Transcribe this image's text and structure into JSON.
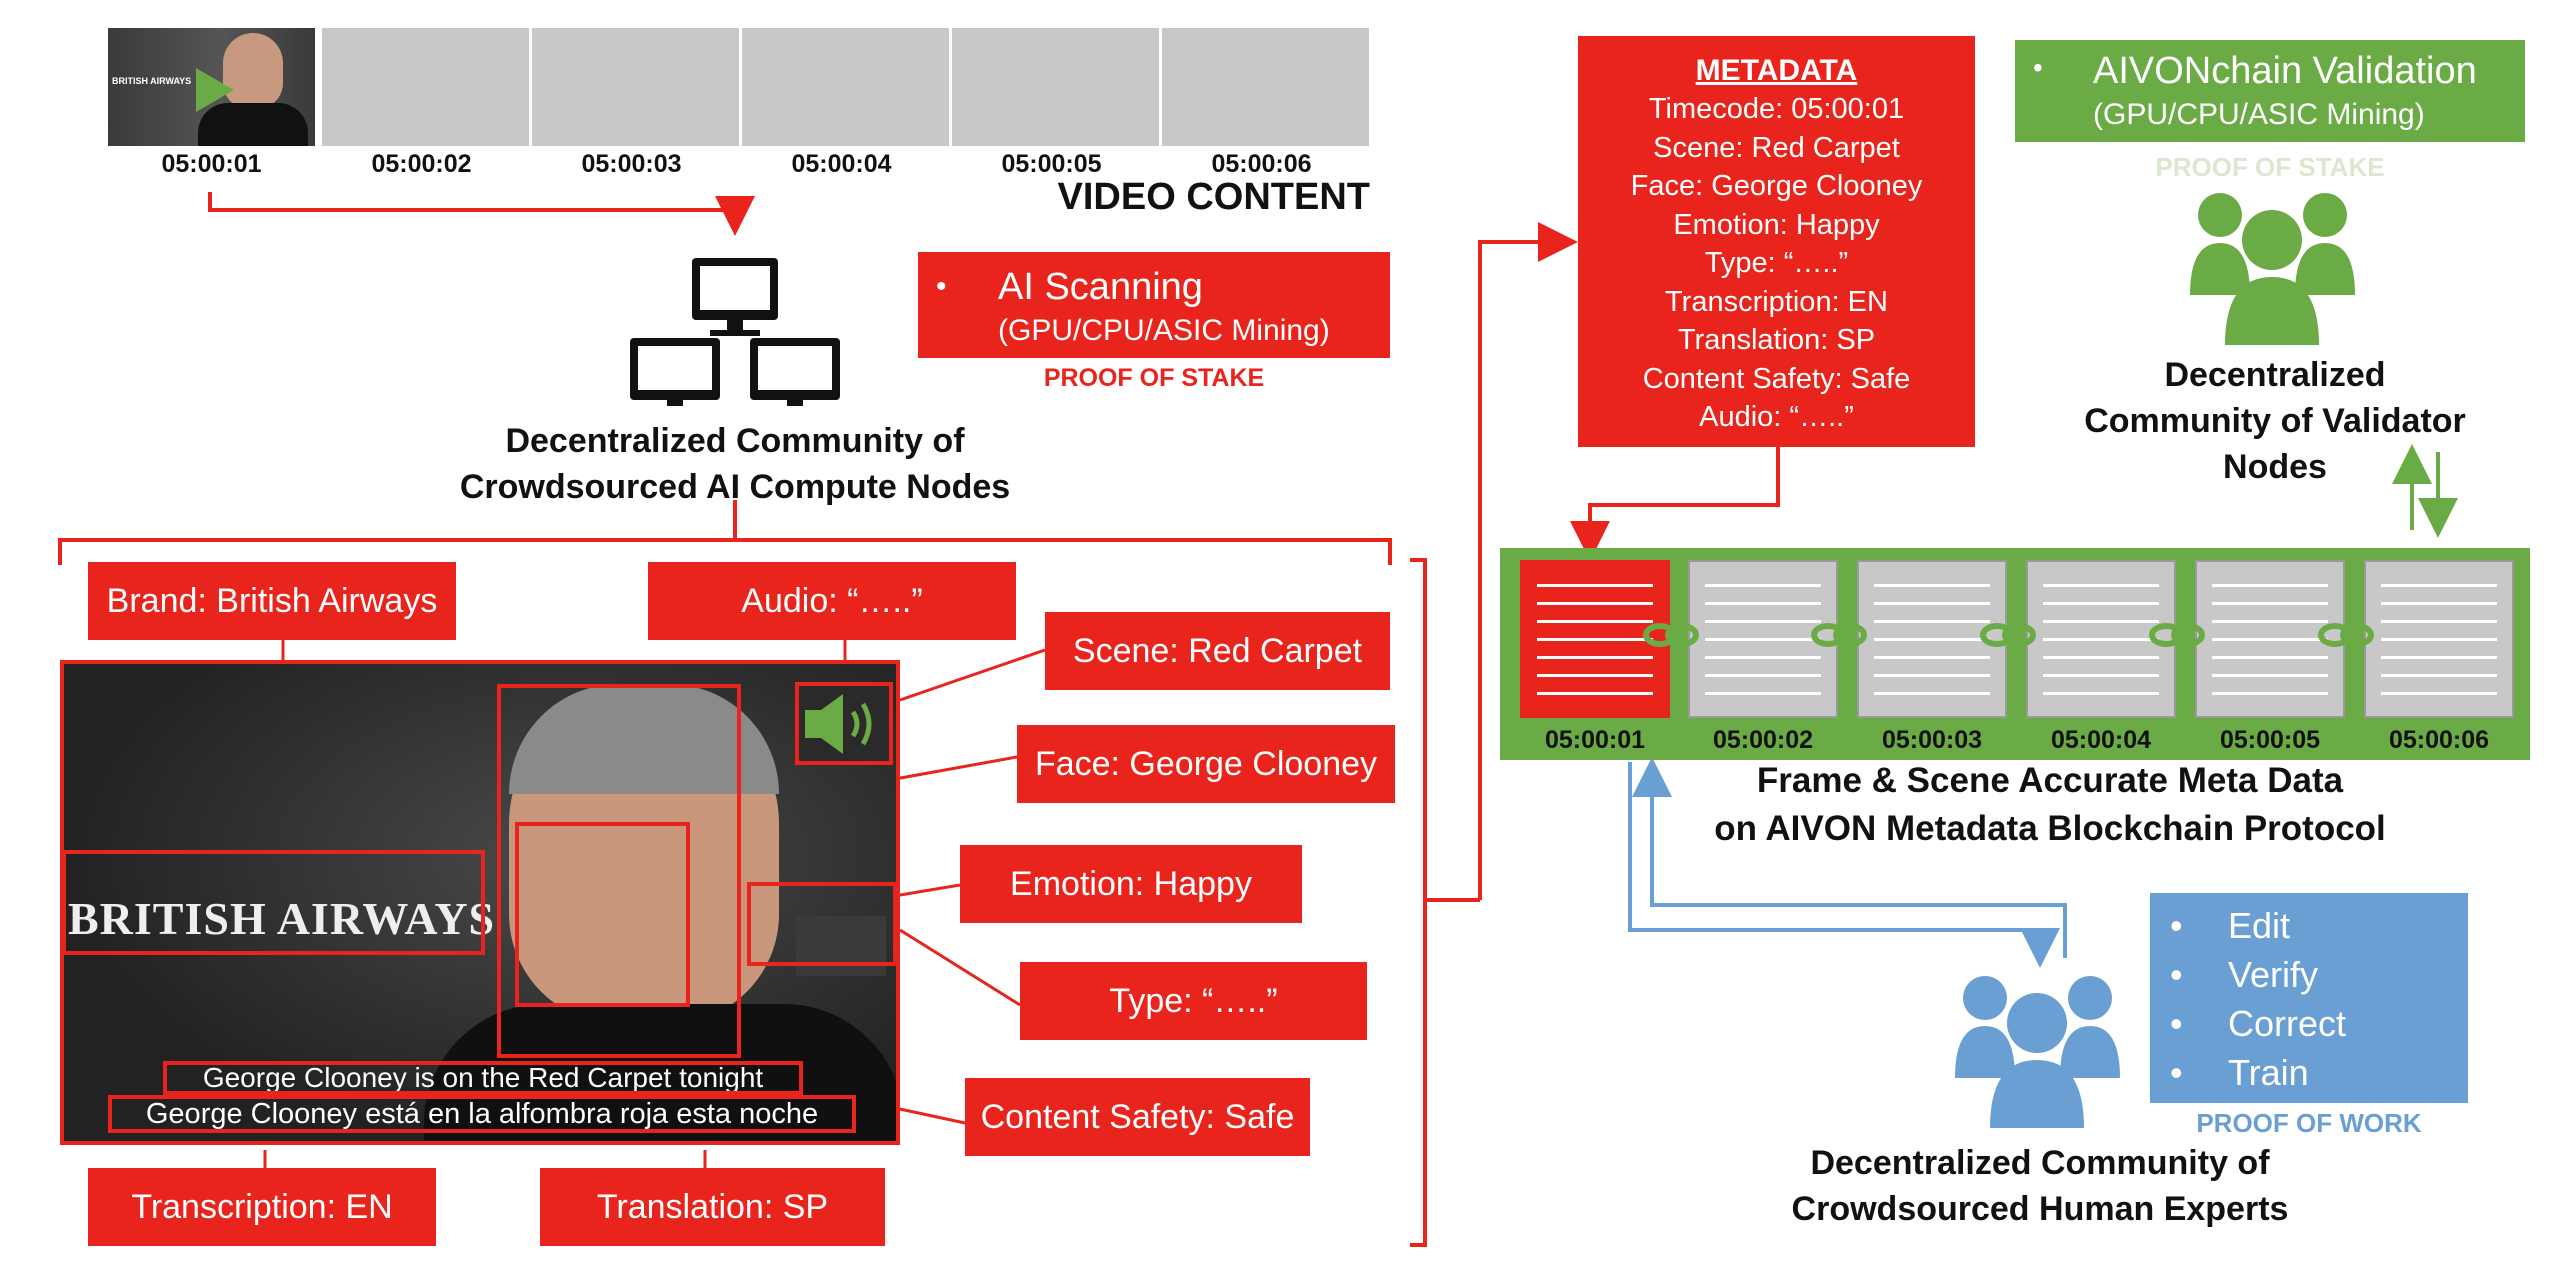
{
  "video": {
    "timecodes": [
      "05:00:01",
      "05:00:02",
      "05:00:03",
      "05:00:04",
      "05:00:05",
      "05:00:06"
    ],
    "label": "VIDEO CONTENT",
    "thumb_logo": "BRITISH AIRWAYS"
  },
  "ai_scanning": {
    "title": "AI Scanning",
    "subtitle": "(GPU/CPU/ASIC Mining)",
    "proof": "PROOF OF STAKE"
  },
  "compute_nodes": {
    "caption_line1": "Decentralized Community of",
    "caption_line2": "Crowdsourced AI Compute Nodes"
  },
  "frame_tags": {
    "brand": "Brand: British Airways",
    "audio": "Audio: “…..”",
    "scene": "Scene: Red Carpet",
    "face": "Face: George Clooney",
    "emotion": "Emotion: Happy",
    "type": "Type: “…..”",
    "content_safety": "Content Safety: Safe",
    "transcription": "Transcription: EN",
    "translation": "Translation: SP"
  },
  "frame_image": {
    "logo_text": "BRITISH AIRWAYS",
    "subtitle_en": "George Clooney is on the Red Carpet tonight",
    "subtitle_es": "George Clooney está en la alfombra roja esta noche"
  },
  "metadata": {
    "title": "METADATA",
    "lines": [
      "Timecode: 05:00:01",
      "Scene: Red Carpet",
      "Face: George Clooney",
      "Emotion: Happy",
      "Type: “…..”",
      "Transcription: EN",
      "Translation: SP",
      "Content Safety: Safe",
      "Audio: “…..”"
    ]
  },
  "validation": {
    "title": "AIVONchain Validation",
    "subtitle": "(GPU/CPU/ASIC Mining)",
    "proof": "PROOF OF STAKE",
    "caption_line1": "Decentralized",
    "caption_line2": "Community of Validator",
    "caption_line3": "Nodes"
  },
  "blockchain": {
    "timecodes": [
      "05:00:01",
      "05:00:02",
      "05:00:03",
      "05:00:04",
      "05:00:05",
      "05:00:06"
    ],
    "caption_line1": "Frame & Scene Accurate Meta Data",
    "caption_line2": "on AIVON Metadata Blockchain Protocol"
  },
  "human_experts": {
    "tasks": [
      "Edit",
      "Verify",
      "Correct",
      "Train"
    ],
    "proof": "PROOF OF WORK",
    "caption_line1": "Decentralized Community of",
    "caption_line2": "Crowdsourced Human Experts"
  },
  "colors": {
    "red": "#e8241d",
    "green": "#6aab45",
    "blue": "#6a9fd4",
    "gray": "#c8c8c8"
  }
}
